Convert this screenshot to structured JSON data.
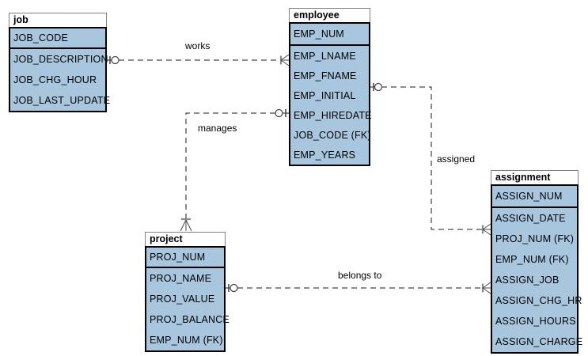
{
  "entities": {
    "job": {
      "title": "job",
      "pk": [
        "JOB_CODE"
      ],
      "attrs": [
        "JOB_DESCRIPTION",
        "JOB_CHG_HOUR",
        "JOB_LAST_UPDATE"
      ]
    },
    "employee": {
      "title": "employee",
      "pk": [
        "EMP_NUM"
      ],
      "attrs": [
        "EMP_LNAME",
        "EMP_FNAME",
        "EMP_INITIAL",
        "EMP_HIREDATE",
        "JOB_CODE (FK)",
        "EMP_YEARS"
      ]
    },
    "project": {
      "title": "project",
      "pk": [
        "PROJ_NUM"
      ],
      "attrs": [
        "PROJ_NAME",
        "PROJ_VALUE",
        "PROJ_BALANCE",
        "EMP_NUM (FK)"
      ]
    },
    "assignment": {
      "title": "assignment",
      "pk": [
        "ASSIGN_NUM"
      ],
      "attrs": [
        "ASSIGN_DATE",
        "PROJ_NUM (FK)",
        "EMP_NUM (FK)",
        "ASSIGN_JOB",
        "ASSIGN_CHG_HR",
        "ASSIGN_HOURS",
        "ASSIGN_CHARGE"
      ]
    }
  },
  "relationships": [
    {
      "label": "works",
      "from": "job",
      "to": "employee"
    },
    {
      "label": "manages",
      "from": "employee",
      "to": "project"
    },
    {
      "label": "assigned",
      "from": "employee",
      "to": "assignment"
    },
    {
      "label": "belongs to",
      "from": "project",
      "to": "assignment"
    }
  ],
  "colors": {
    "entity_fill": "#a8c6de",
    "entity_header_fill": "#ffffff",
    "entity_border": "#000000",
    "entity_header_border": "#7f7f7f",
    "relationship_line": "#1a1a1a",
    "cardinality_glyph": "#4a4a4a",
    "crowfoot_bar": "#8a8a8a",
    "background": "#ffffff"
  }
}
